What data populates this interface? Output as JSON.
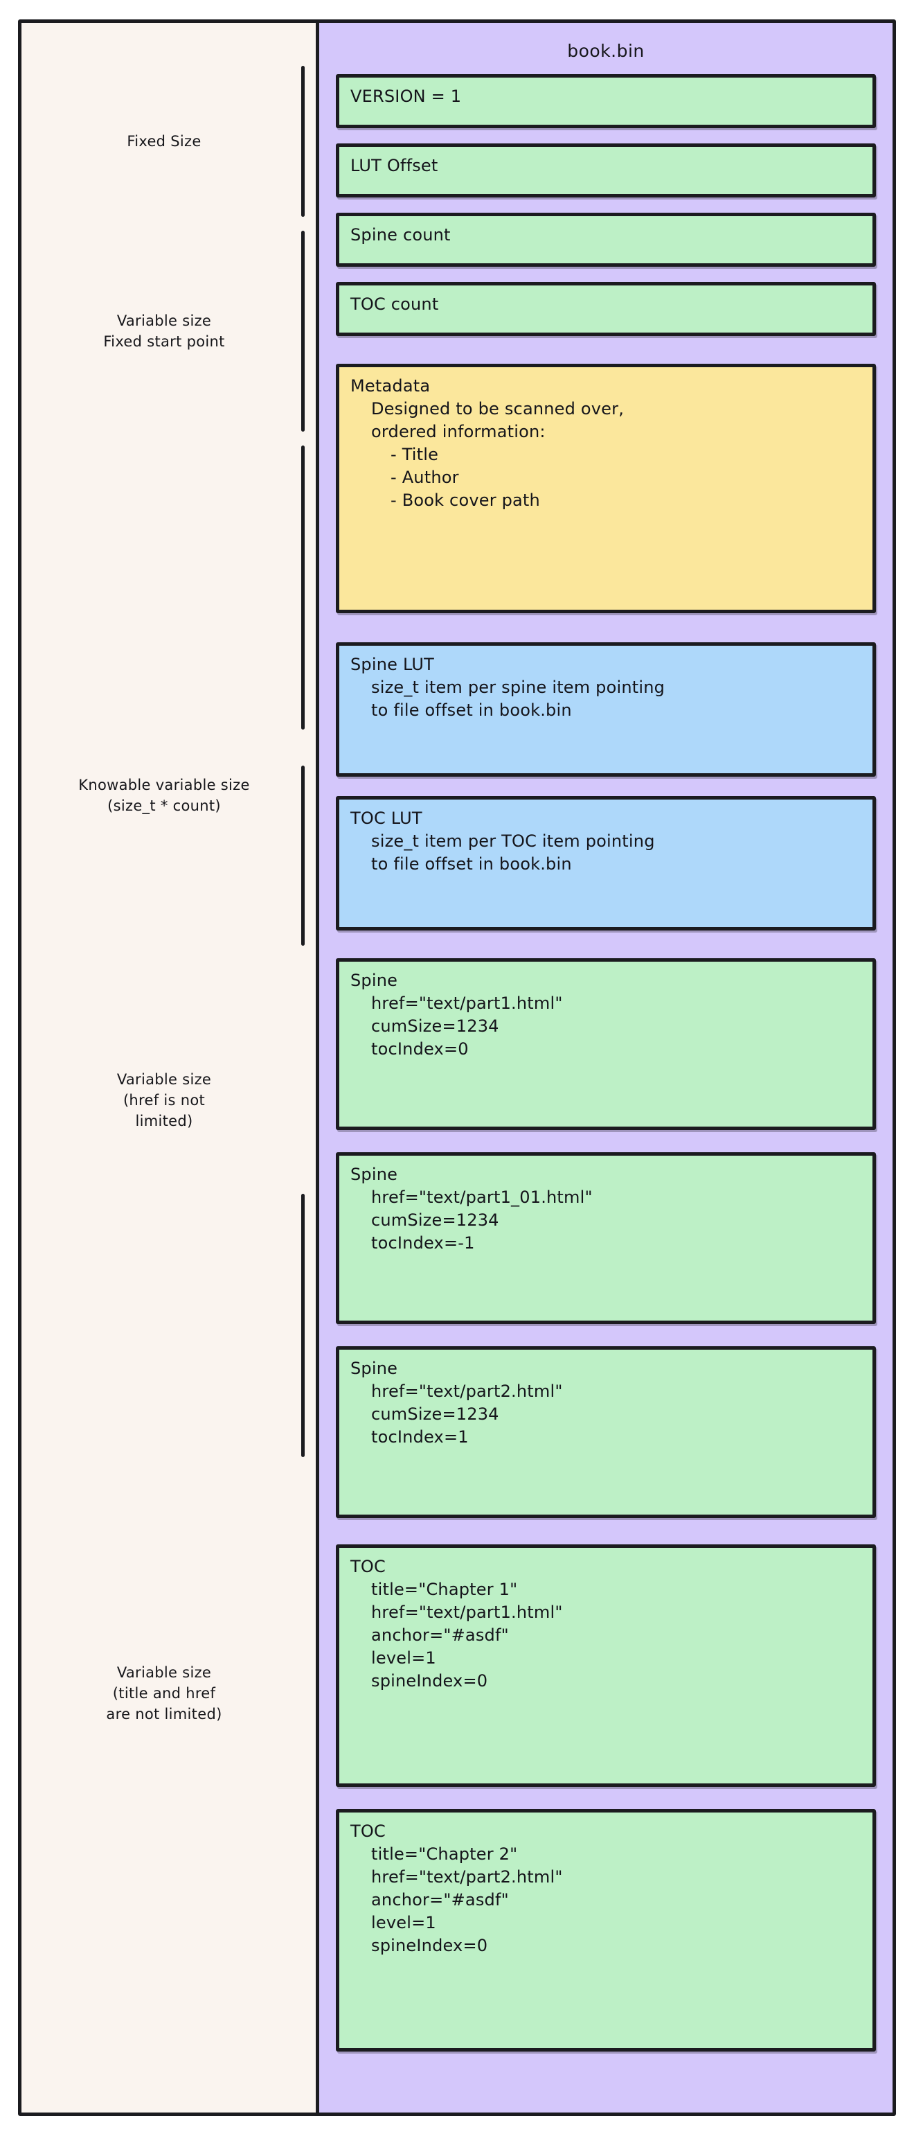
{
  "diagram": {
    "container_title": "book.bin",
    "annotations": [
      {
        "id": "fixed-size",
        "lines": [
          "Fixed Size"
        ]
      },
      {
        "id": "variable-fixed-start",
        "lines": [
          "Variable size",
          "Fixed start point"
        ]
      },
      {
        "id": "knowable-variable",
        "lines": [
          "Knowable variable size",
          "(size_t * count)"
        ]
      },
      {
        "id": "variable-href",
        "lines": [
          "Variable size",
          "(href is not",
          "limited)"
        ]
      },
      {
        "id": "variable-title-href",
        "lines": [
          "Variable size",
          "(title and href",
          "are not limited)"
        ]
      }
    ],
    "nodes": [
      {
        "id": "version",
        "color": "green",
        "lines": [
          {
            "text": "VERSION = 1",
            "indent": 0
          }
        ]
      },
      {
        "id": "lut-offset",
        "color": "green",
        "lines": [
          {
            "text": "LUT Offset",
            "indent": 0
          }
        ]
      },
      {
        "id": "spine-count",
        "color": "green",
        "lines": [
          {
            "text": "Spine count",
            "indent": 0
          }
        ]
      },
      {
        "id": "toc-count",
        "color": "green",
        "lines": [
          {
            "text": "TOC count",
            "indent": 0
          }
        ]
      },
      {
        "id": "metadata",
        "color": "yellow",
        "lines": [
          {
            "text": "Metadata",
            "indent": 0
          },
          {
            "text": "Designed to be scanned over,",
            "indent": 1
          },
          {
            "text": "ordered information:",
            "indent": 1
          },
          {
            "text": "- Title",
            "indent": 2
          },
          {
            "text": "- Author",
            "indent": 2
          },
          {
            "text": "- Book cover path",
            "indent": 2
          }
        ]
      },
      {
        "id": "spine-lut",
        "color": "blue",
        "lines": [
          {
            "text": "Spine LUT",
            "indent": 0
          },
          {
            "text": "size_t item per spine item pointing",
            "indent": 1
          },
          {
            "text": "to file offset in book.bin",
            "indent": 1
          }
        ]
      },
      {
        "id": "toc-lut",
        "color": "blue",
        "lines": [
          {
            "text": "TOC LUT",
            "indent": 0
          },
          {
            "text": "size_t item per TOC item pointing",
            "indent": 1
          },
          {
            "text": "to file offset in book.bin",
            "indent": 1
          }
        ]
      },
      {
        "id": "spine-1",
        "color": "green",
        "lines": [
          {
            "text": "Spine",
            "indent": 0
          },
          {
            "text": "href=\"text/part1.html\"",
            "indent": 1
          },
          {
            "text": "cumSize=1234",
            "indent": 1
          },
          {
            "text": "tocIndex=0",
            "indent": 1
          }
        ]
      },
      {
        "id": "spine-2",
        "color": "green",
        "lines": [
          {
            "text": "Spine",
            "indent": 0
          },
          {
            "text": "href=\"text/part1_01.html\"",
            "indent": 1
          },
          {
            "text": "cumSize=1234",
            "indent": 1
          },
          {
            "text": "tocIndex=-1",
            "indent": 1
          }
        ]
      },
      {
        "id": "spine-3",
        "color": "green",
        "lines": [
          {
            "text": "Spine",
            "indent": 0
          },
          {
            "text": "href=\"text/part2.html\"",
            "indent": 1
          },
          {
            "text": "cumSize=1234",
            "indent": 1
          },
          {
            "text": "tocIndex=1",
            "indent": 1
          }
        ]
      },
      {
        "id": "toc-1",
        "color": "green",
        "lines": [
          {
            "text": "TOC",
            "indent": 0
          },
          {
            "text": "title=\"Chapter 1\"",
            "indent": 1
          },
          {
            "text": "href=\"text/part1.html\"",
            "indent": 1
          },
          {
            "text": "anchor=\"#asdf\"",
            "indent": 1
          },
          {
            "text": "level=1",
            "indent": 1
          },
          {
            "text": "spineIndex=0",
            "indent": 1
          }
        ]
      },
      {
        "id": "toc-2",
        "color": "green",
        "lines": [
          {
            "text": "TOC",
            "indent": 0
          },
          {
            "text": "title=\"Chapter 2\"",
            "indent": 1
          },
          {
            "text": "href=\"text/part2.html\"",
            "indent": 1
          },
          {
            "text": "anchor=\"#asdf\"",
            "indent": 1
          },
          {
            "text": "level=1",
            "indent": 1
          },
          {
            "text": "spineIndex=0",
            "indent": 1
          }
        ]
      }
    ],
    "colors": {
      "page_background": "#ffffff",
      "panel_background": "#faf4ef",
      "container_fill": "#d4c7fb",
      "node_green": "#bdf0c6",
      "node_yellow": "#fbe79c",
      "node_blue": "#aed8fa",
      "stroke": "#1b1b1f",
      "text": "#14141a"
    }
  }
}
